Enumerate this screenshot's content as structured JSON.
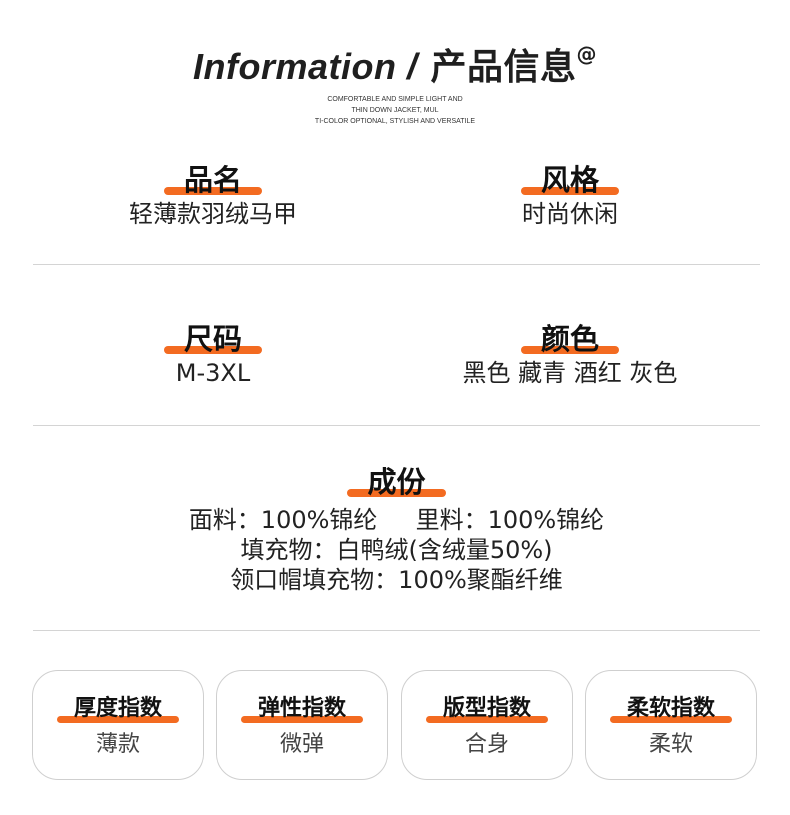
{
  "header": {
    "title_en": "Information /",
    "title_cn": "产品信息",
    "title_symbol": "@",
    "subtitle_lines": [
      "COMFORTABLE AND SIMPLE LIGHT AND",
      "THIN DOWN JACKET, MUL",
      "TI-COLOR OPTIONAL, STYLISH AND VERSATILE"
    ]
  },
  "accent_color": "#f36b21",
  "specs": {
    "name": {
      "label": "品名",
      "value": "轻薄款羽绒马甲"
    },
    "style": {
      "label": "风格",
      "value": "时尚休闲"
    },
    "size": {
      "label": "尺码",
      "value": "M-3XL"
    },
    "color": {
      "label": "颜色",
      "value": "黑色 藏青 酒红 灰色"
    }
  },
  "composition": {
    "label": "成份",
    "lines": [
      "面料：100%锦纶     里料：100%锦纶",
      "填充物：白鸭绒(含绒量50%)",
      "领口帽填充物：100%聚酯纤维"
    ]
  },
  "indices": [
    {
      "label": "厚度指数",
      "value": "薄款"
    },
    {
      "label": "弹性指数",
      "value": "微弹"
    },
    {
      "label": "版型指数",
      "value": "合身"
    },
    {
      "label": "柔软指数",
      "value": "柔软"
    }
  ]
}
